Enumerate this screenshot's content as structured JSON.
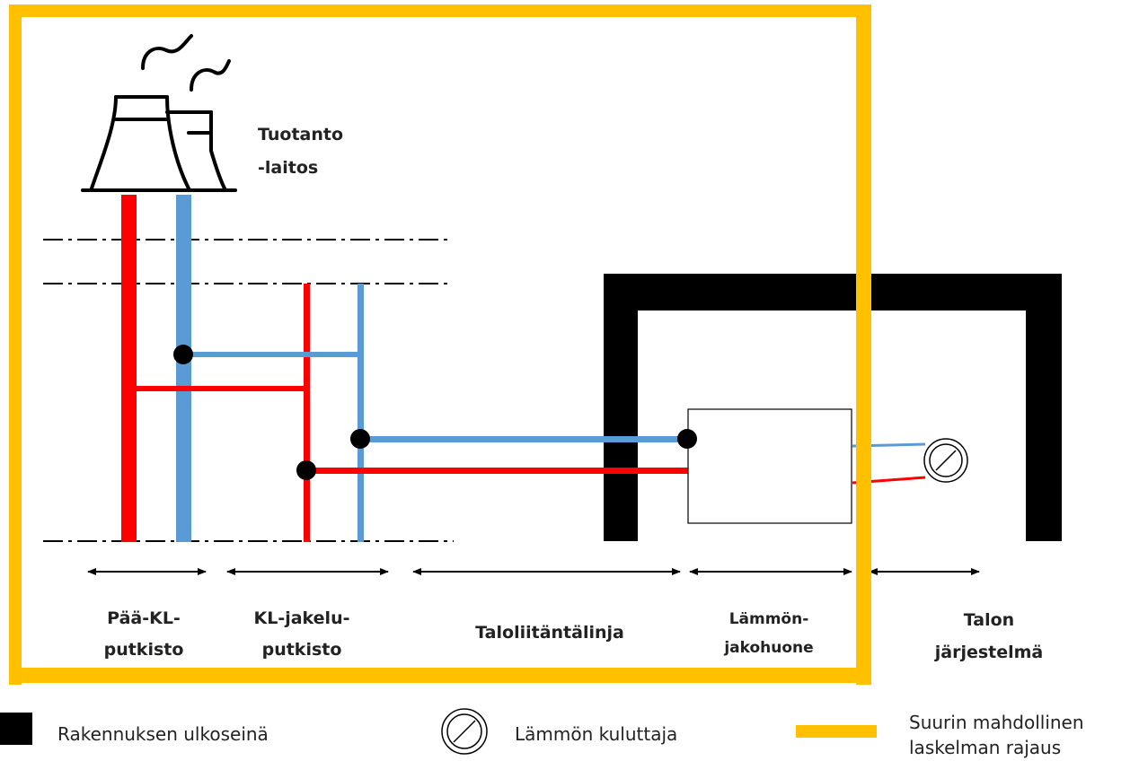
{
  "colors": {
    "supply": "#ff0000",
    "return": "#5b9bd5",
    "boundary": "#ffc000",
    "wall": "#000000"
  },
  "plant": {
    "label_line1": "Tuotanto",
    "label_line2": "-laitos",
    "icon": "cooling-tower-icon"
  },
  "sections": [
    {
      "line1": "Pää-KL-",
      "line2": "putkisto"
    },
    {
      "line1": "KL-jakelu-",
      "line2": "putkisto"
    },
    {
      "line1": "Taloliitäntälinja"
    },
    {
      "line1": "Lämmön-",
      "line2": "jakohuone"
    },
    {
      "line1": "Talon",
      "line2": "järjestelmä"
    }
  ],
  "legend": {
    "wall_label": "Rakennuksen ulkoseinä",
    "consumer_label": "Lämmön kuluttaja",
    "boundary_label_line1": "Suurin mahdollinen",
    "boundary_label_line2": "laskelman rajaus"
  }
}
